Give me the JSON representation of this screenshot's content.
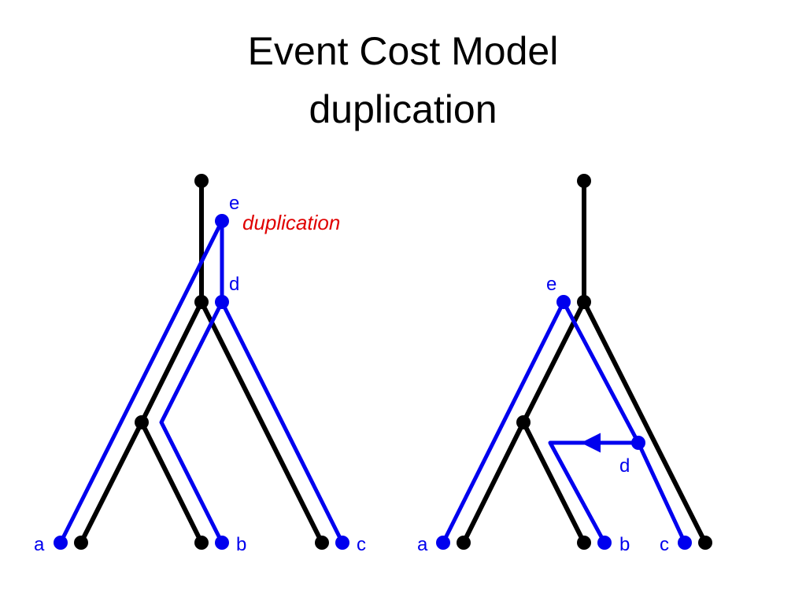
{
  "slide": {
    "title_line1": "Event Cost Model",
    "title_line2": "duplication"
  },
  "colors": {
    "species_tree": "#000000",
    "gene_tree": "#0000ee",
    "annotation": "#e00000",
    "background": "#ffffff"
  },
  "left_diagram": {
    "labels": {
      "e": "e",
      "d": "d",
      "a": "a",
      "b": "b",
      "c": "c"
    },
    "annotation": "duplication"
  },
  "right_diagram": {
    "labels": {
      "e": "e",
      "d": "d",
      "a": "a",
      "b": "b",
      "c": "c"
    }
  }
}
